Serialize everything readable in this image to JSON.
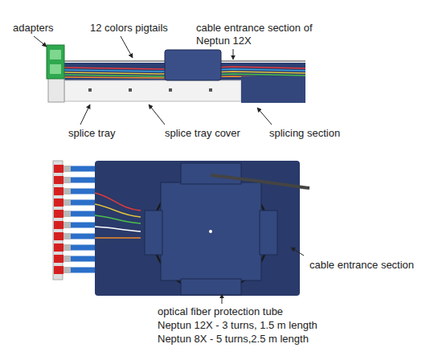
{
  "diagram": {
    "labels": [
      "adapters",
      "12 colors pigtails",
      "cable entrance section of Neptun 12X",
      "splice tray",
      "splice tray cover",
      "splicing section",
      "cable entrance section",
      "optical fiber protection tube",
      "Neptun 12X - 3 turns, 1.5 m length",
      "Neptun 8X - 5 turns,2.5 m length"
    ]
  }
}
